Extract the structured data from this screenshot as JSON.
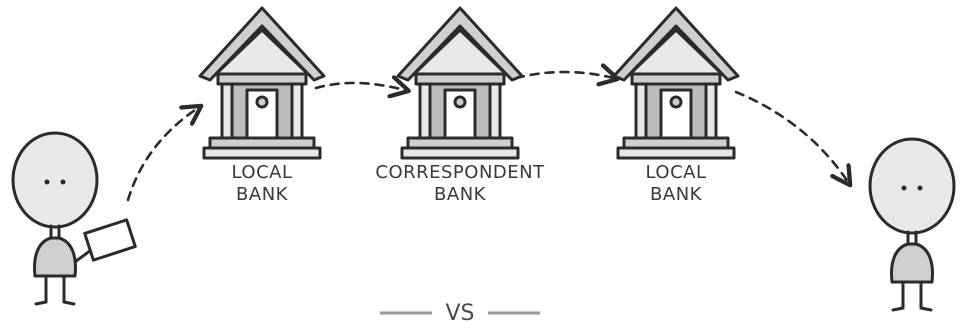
{
  "banks": [
    {
      "line1": "LOCAL",
      "line2": "BANK"
    },
    {
      "line1": "CORRESPONDENT",
      "line2": "BANK"
    },
    {
      "line1": "LOCAL",
      "line2": "BANK"
    }
  ],
  "separator": {
    "text": "VS"
  }
}
